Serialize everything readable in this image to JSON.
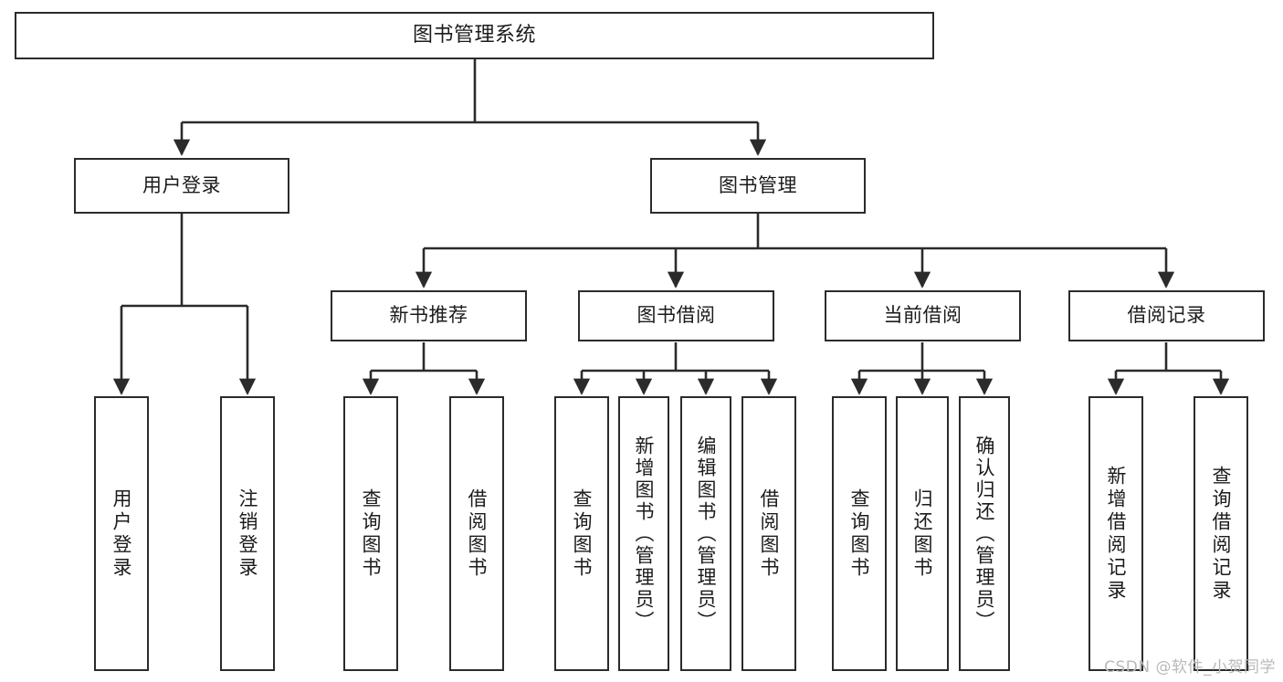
{
  "diagram": {
    "title": "图书管理系统",
    "type": "functional-structure-tree",
    "colors": {
      "stroke": "#2b2b2b",
      "fill": "#ffffff",
      "text": "#1b1b1b",
      "watermark": "#b9b9b9"
    },
    "watermark": "CSDN @软件_小贺同学",
    "levels": {
      "root": {
        "label": "图书管理系统"
      },
      "level2": [
        {
          "label": "用户登录"
        },
        {
          "label": "图书管理"
        }
      ],
      "level3": [
        {
          "label": "新书推荐"
        },
        {
          "label": "图书借阅"
        },
        {
          "label": "当前借阅"
        },
        {
          "label": "借阅记录"
        }
      ],
      "leaves": [
        {
          "label": "用户登录",
          "parent": "用户登录"
        },
        {
          "label": "注销登录",
          "parent": "用户登录"
        },
        {
          "label": "查询图书",
          "parent": "新书推荐"
        },
        {
          "label": "借阅图书",
          "parent": "新书推荐"
        },
        {
          "label": "查询图书",
          "parent": "图书借阅"
        },
        {
          "label": "新增图书（管理员）",
          "parent": "图书借阅"
        },
        {
          "label": "编辑图书（管理员）",
          "parent": "图书借阅"
        },
        {
          "label": "借阅图书",
          "parent": "图书借阅"
        },
        {
          "label": "查询图书",
          "parent": "当前借阅"
        },
        {
          "label": "归还图书",
          "parent": "当前借阅"
        },
        {
          "label": "确认归还（管理员）",
          "parent": "当前借阅"
        },
        {
          "label": "新增借阅记录",
          "parent": "借阅记录"
        },
        {
          "label": "查询借阅记录",
          "parent": "借阅记录"
        }
      ]
    }
  }
}
